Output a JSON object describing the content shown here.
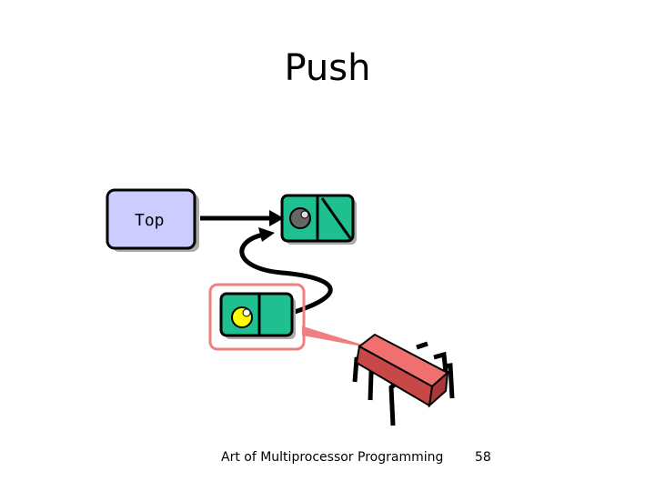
{
  "slide": {
    "title": "Push",
    "top_label": "Top",
    "footer": "Art of Multiprocessor Programming",
    "page_number": "58"
  },
  "colors": {
    "top_box_fill": "#ccccff",
    "node_fill": "#1fbf8f",
    "highlight_outline": "#f08080",
    "bug_fill": "#f07070",
    "new_node_dot": "#ffff00",
    "old_node_dot": "#666666"
  }
}
